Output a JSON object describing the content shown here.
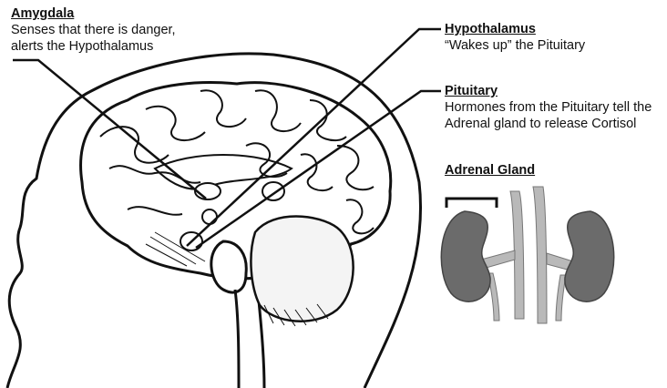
{
  "labels": {
    "amygdala": {
      "title": "Amygdala",
      "line1": "Senses that there is danger,",
      "line2": "alerts the Hypothalamus"
    },
    "hypothalamus": {
      "title": "Hypothalamus",
      "line1": "“Wakes up” the Pituitary"
    },
    "pituitary": {
      "title": "Pituitary",
      "line1": "Hormones from the Pituitary tell the",
      "line2": "Adrenal gland to release Cortisol"
    },
    "adrenal": {
      "title": "Adrenal Gland"
    }
  },
  "colors": {
    "line": "#111111",
    "kidney": "#6b6b6b",
    "vessel": "#b9b9b9"
  }
}
